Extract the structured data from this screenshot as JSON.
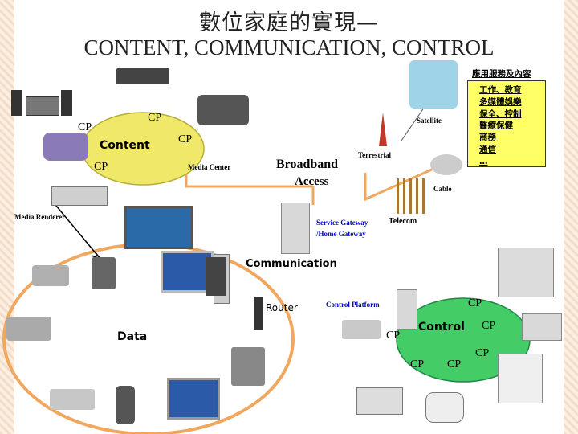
{
  "title": {
    "line1": "數位家庭的實現—",
    "line2": "CONTENT, COMMUNICATION, CONTROL"
  },
  "callout": {
    "heading": "應用服務及內容",
    "items": [
      "工作、教育",
      "多媒體娛樂",
      "保全、控制",
      "醫療保健",
      "商務",
      "通信",
      "…"
    ]
  },
  "labels": {
    "content": "Content",
    "media_center": "Media Center",
    "media_renderer": "Media Renderer",
    "broadband": "Broadband",
    "access": "Access",
    "satellite": "Satellite",
    "terrestrial": "Terrestrial",
    "cable": "Cable",
    "telecom": "Telecom",
    "service_gateway": "Service Gateway",
    "home_gateway": "/Home Gateway",
    "communication": "Communication",
    "router": "Router",
    "data": "Data",
    "control_platform": "Control Platform",
    "control": "Control",
    "cp": "CP"
  },
  "colors": {
    "content_ellipse": "#f0e868",
    "control_ellipse": "#44cc66",
    "link_line": "#f0a860",
    "callout_bg": "#ffff66"
  }
}
